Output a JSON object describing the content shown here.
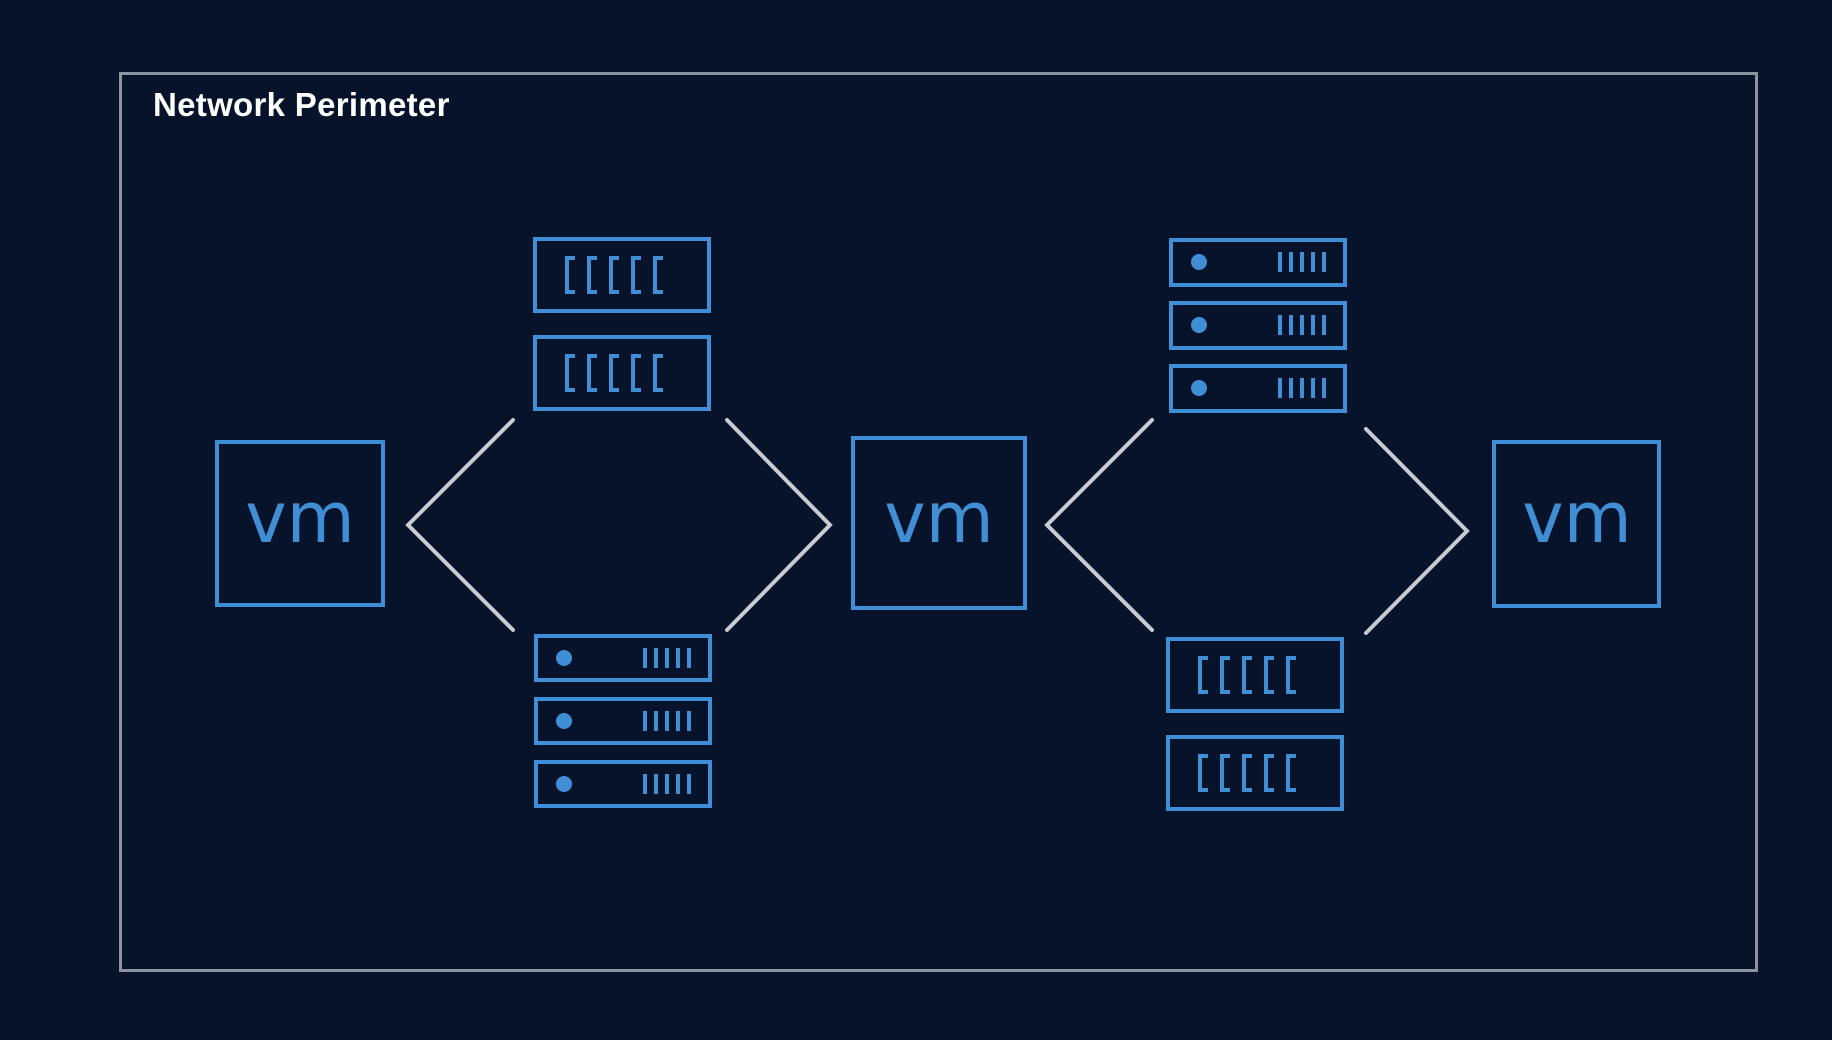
{
  "diagram": {
    "perimeter_label": "Network Perimeter",
    "vm_label": "vm",
    "colors": {
      "background": "#07132a",
      "frame": "#8d939c",
      "accent": "#3f8ed6",
      "connector": "#c8ccd2",
      "label": "#ffffff"
    },
    "nodes": [
      {
        "id": "vm-1",
        "kind": "virtual-machine"
      },
      {
        "id": "storage-array-1",
        "kind": "storage-array",
        "units": 2
      },
      {
        "id": "server-stack-1",
        "kind": "server-rack",
        "units": 3
      },
      {
        "id": "vm-2",
        "kind": "virtual-machine"
      },
      {
        "id": "server-stack-2",
        "kind": "server-rack",
        "units": 3
      },
      {
        "id": "storage-array-2",
        "kind": "storage-array",
        "units": 2
      },
      {
        "id": "vm-3",
        "kind": "virtual-machine"
      }
    ],
    "connections": [
      {
        "from": "vm-1",
        "to": "storage-array-1"
      },
      {
        "from": "vm-1",
        "to": "server-stack-1"
      },
      {
        "from": "storage-array-1",
        "to": "vm-2"
      },
      {
        "from": "server-stack-1",
        "to": "vm-2"
      },
      {
        "from": "vm-2",
        "to": "server-stack-2"
      },
      {
        "from": "vm-2",
        "to": "storage-array-2"
      },
      {
        "from": "server-stack-2",
        "to": "vm-3"
      },
      {
        "from": "storage-array-2",
        "to": "vm-3"
      }
    ]
  }
}
